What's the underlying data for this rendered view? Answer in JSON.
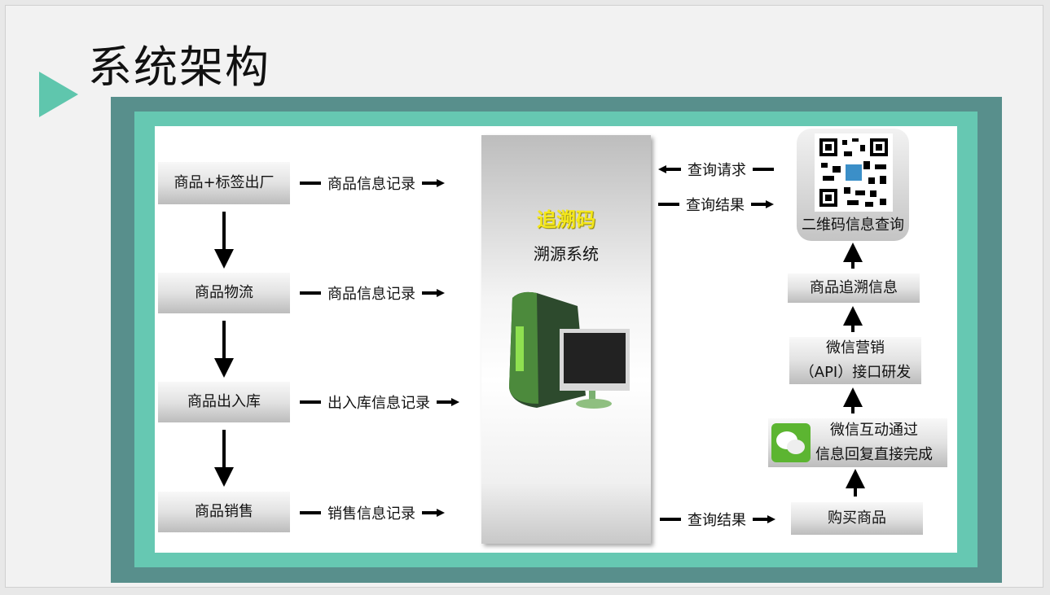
{
  "title": "系统架构",
  "left_boxes": [
    "商品+标签出厂",
    "商品物流",
    "商品出入库",
    "商品销售"
  ],
  "left_flows": [
    "商品信息记录",
    "商品信息记录",
    "出入库信息记录",
    "销售信息记录"
  ],
  "center": {
    "brand": "追溯码",
    "subtitle": "溯源系统"
  },
  "right_flows": {
    "query_request": "查询请求",
    "query_result_top": "查询结果",
    "query_result_bottom": "查询结果"
  },
  "qr_label": "二维码信息查询",
  "right_boxes": {
    "trace_info": "商品追溯信息",
    "api_line1": "微信营销",
    "api_line2": "（API）接口研发",
    "wechat_line1": "微信互动通过",
    "wechat_line2": "信息回复直接完成",
    "purchase": "购买商品"
  },
  "colors": {
    "teal_dark": "#588f8c",
    "teal_light": "#66c8b2",
    "brand_yellow": "#f5e81c"
  }
}
